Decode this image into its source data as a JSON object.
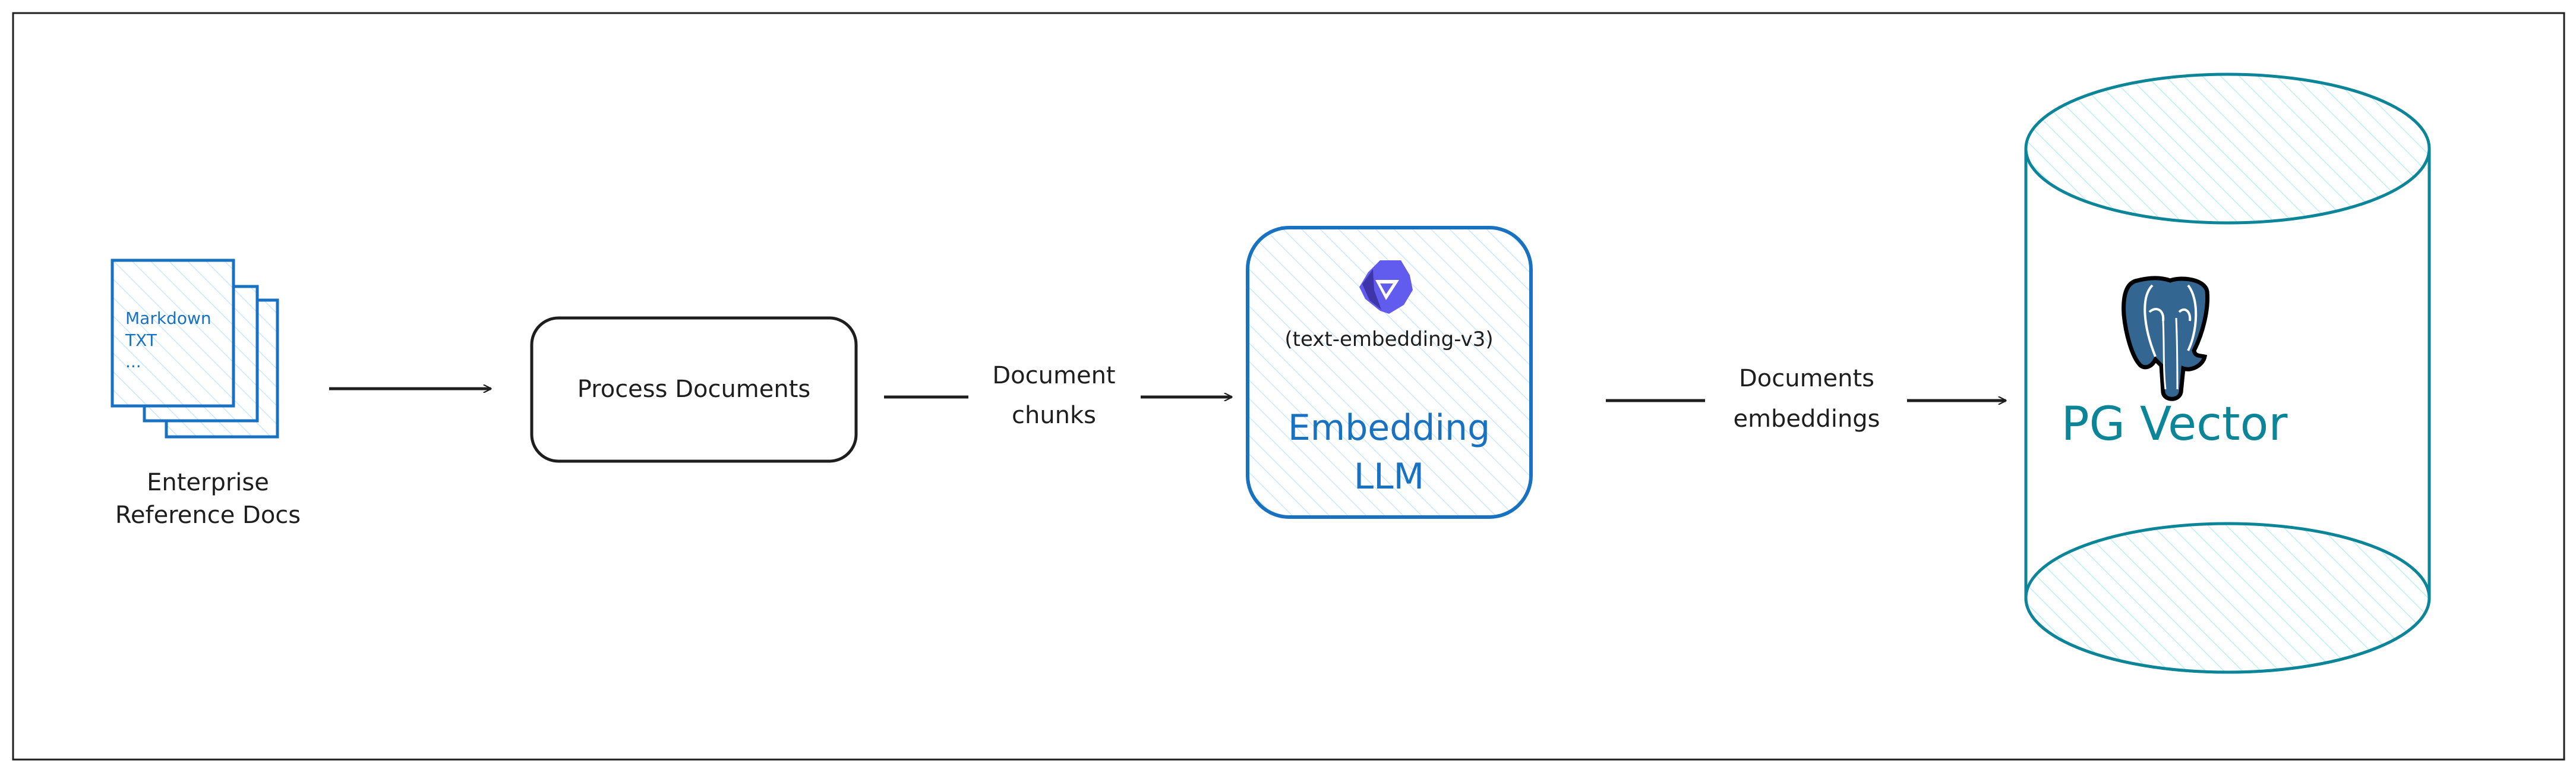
{
  "colors": {
    "frame": "#1e1e1e",
    "doc_blue": "#1971c2",
    "doc_fill": "#e7f5ff",
    "db_teal": "#0c8599",
    "db_fill": "#e3fafc",
    "qwen_purple": "#615ced",
    "pg_blue": "#336791"
  },
  "source_docs": {
    "lines": [
      "Markdown",
      "TXT",
      "..."
    ],
    "label": [
      "Enterprise",
      "Reference Docs"
    ]
  },
  "process": {
    "label": "Process Documents"
  },
  "edge_chunks": {
    "label": [
      "Document",
      "chunks"
    ]
  },
  "embedding": {
    "icon": "qwen-logo-icon",
    "model": "(text-embedding-v3)",
    "title": [
      "Embedding",
      "LLM"
    ]
  },
  "edge_embeddings": {
    "label": [
      "Documents",
      "embeddings"
    ]
  },
  "vector_db": {
    "icon": "postgresql-elephant-icon",
    "label": "PG Vector"
  }
}
